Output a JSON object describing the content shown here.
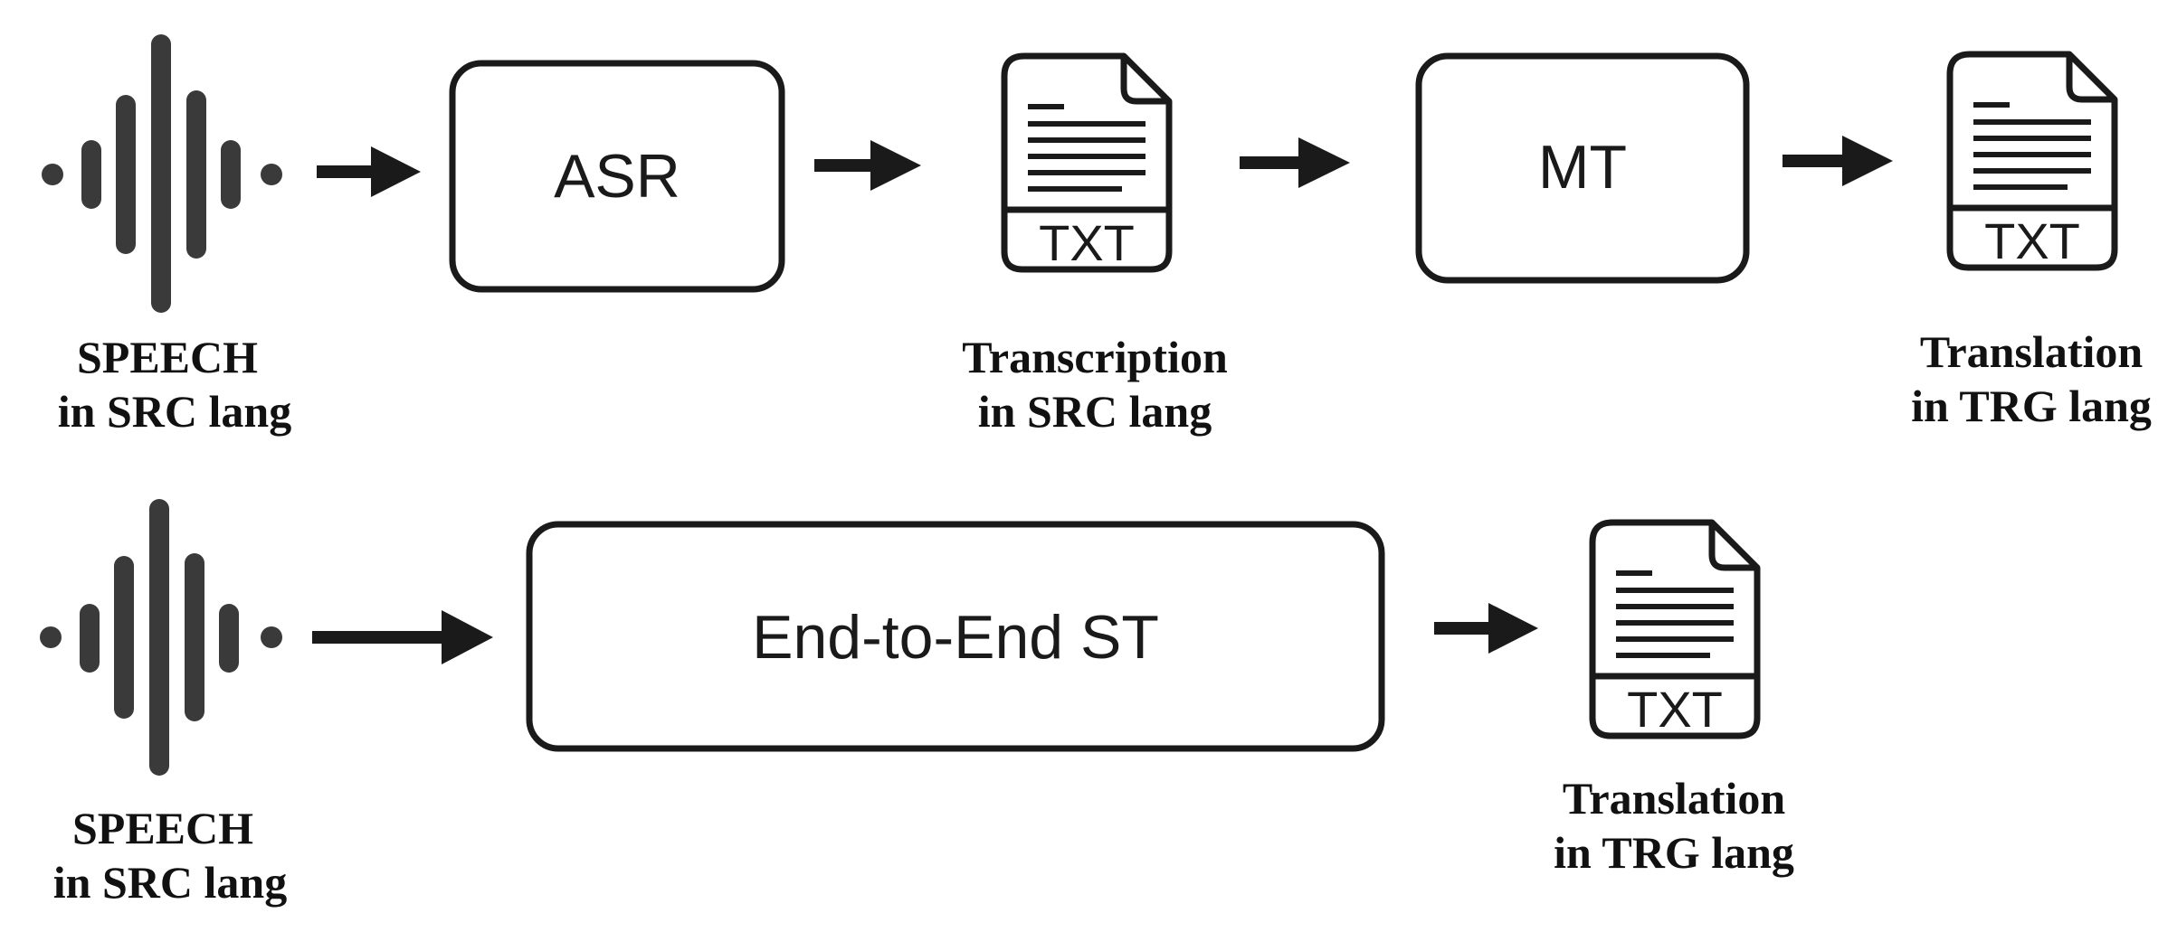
{
  "colors": {
    "ink": "#1a1a1a",
    "wave": "#3a3a3a",
    "background": "#ffffff"
  },
  "cascade": {
    "input_caption": [
      "SPEECH",
      "in SRC lang"
    ],
    "asr_label": "ASR",
    "transcription_doc_label": "TXT",
    "transcription_caption": [
      "Transcription",
      "in SRC lang"
    ],
    "mt_label": "MT",
    "translation_doc_label": "TXT",
    "translation_caption": [
      "Translation",
      "in TRG lang"
    ]
  },
  "end_to_end": {
    "input_caption": [
      "SPEECH",
      "in SRC lang"
    ],
    "model_label": "End-to-End ST",
    "translation_doc_label": "TXT",
    "translation_caption": [
      "Translation",
      "in TRG lang"
    ]
  },
  "icons": {
    "speech": "sound-wave-icon",
    "document": "txt-document-icon",
    "arrow": "right-arrow-icon"
  }
}
